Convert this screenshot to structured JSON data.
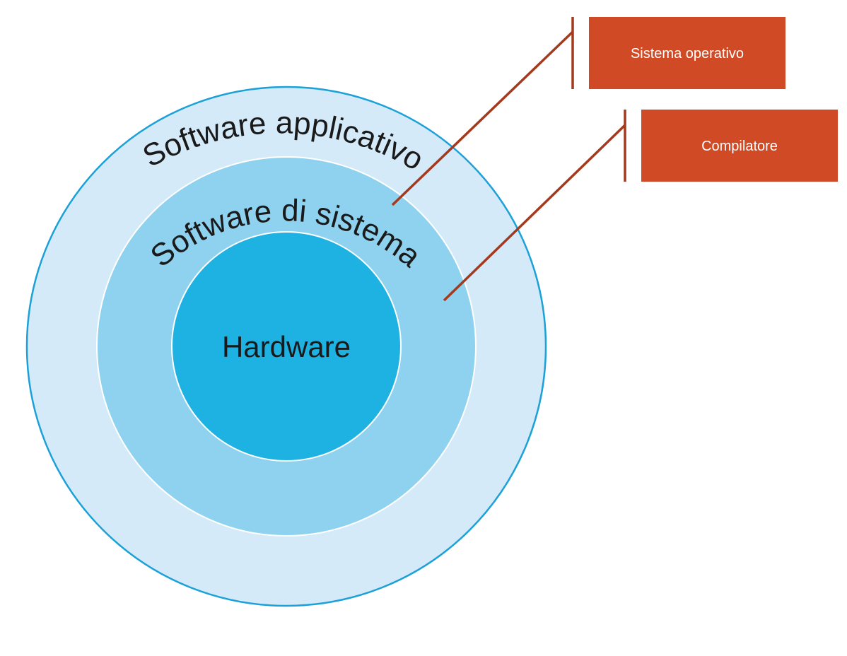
{
  "rings": {
    "outer_label": "Software applicativo",
    "middle_label": "Software di sistema",
    "inner_label": "Hardware"
  },
  "callouts": [
    {
      "label": "Sistema operativo"
    },
    {
      "label": "Compilatore"
    }
  ],
  "colors": {
    "outer_fill": "#d4eaf8",
    "outer_stroke": "#1ba1d8",
    "middle_fill": "#8ed2ef",
    "inner_fill": "#1eb2e3",
    "callout_fill": "#d04a26",
    "leader_line": "#a33a1e"
  }
}
